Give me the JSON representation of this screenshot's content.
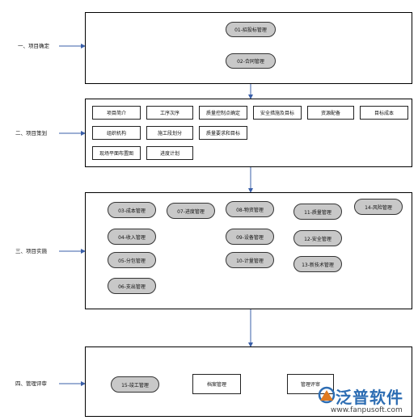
{
  "phases": [
    {
      "id": "p1",
      "label": "一、项目确定"
    },
    {
      "id": "p2",
      "label": "二、项目策划"
    },
    {
      "id": "p3",
      "label": "三、项目实施"
    },
    {
      "id": "p4",
      "label": "四、管理评审"
    }
  ],
  "planning_items": [
    "项目简介",
    "工序次序",
    "质量控制点确定",
    "安全措施及目标",
    "资源配备",
    "目标成本",
    "组织机构",
    "施工段划分",
    "质量要求和目标",
    "现场平面布置图",
    "进度计划"
  ],
  "init_items": [
    "01-招投标管理",
    "02-合同管理"
  ],
  "impl_items": [
    "03-成本管理",
    "04-收入管理",
    "05-分包管理",
    "06-支出管理",
    "07-进度管理",
    "08-物资管理",
    "09-设备管理",
    "10-计量管理",
    "11-质量管理",
    "12-安全管理",
    "13-新技术管理",
    "14-风险管理"
  ],
  "review_items": [
    "15-竣工管理",
    "档案管理",
    "管理评审"
  ],
  "logo": {
    "name": "泛普软件",
    "url": "www.fanpusoft.com",
    "primary_color": "#2d6db3",
    "accent_color": "#e07a1f"
  }
}
